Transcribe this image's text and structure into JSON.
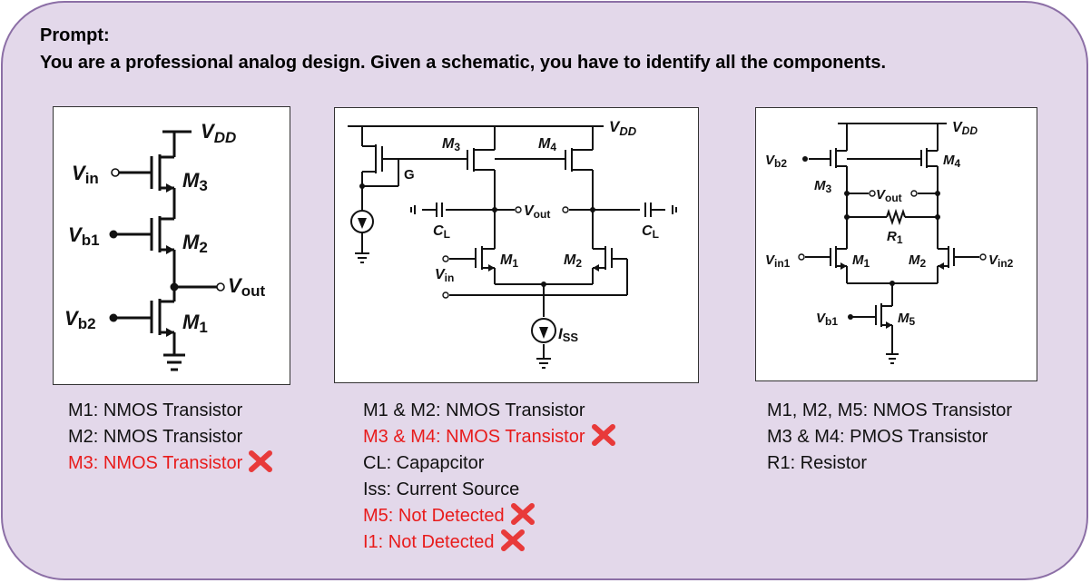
{
  "prompt": {
    "title": "Prompt:",
    "text": "You are a professional analog design. Given a schematic, you have to identify all the components."
  },
  "schematic1": {
    "vdd": "V",
    "vdd_sub": "DD",
    "vin": "V",
    "vin_sub": "in",
    "vb1": "V",
    "vb1_sub": "b1",
    "vb2": "V",
    "vb2_sub": "b2",
    "vout": "V",
    "vout_sub": "out",
    "m3": "M",
    "m3_sub": "3",
    "m2": "M",
    "m2_sub": "2",
    "m1": "M",
    "m1_sub": "1"
  },
  "schematic2": {
    "vdd": "V",
    "vdd_sub": "DD",
    "m3": "M",
    "m3_sub": "3",
    "m4": "M",
    "m4_sub": "4",
    "g": "G",
    "vout": "V",
    "vout_sub": "out",
    "cl_left": "C",
    "cl_left_sub": "L",
    "cl_right": "C",
    "cl_right_sub": "L",
    "m1": "M",
    "m1_sub": "1",
    "m2": "M",
    "m2_sub": "2",
    "vin": "V",
    "vin_sub": "in",
    "iss": "I",
    "iss_sub": "SS"
  },
  "schematic3": {
    "vdd": "V",
    "vdd_sub": "DD",
    "vb2": "V",
    "vb2_sub": "b2",
    "m3": "M",
    "m3_sub": "3",
    "m4": "M",
    "m4_sub": "4",
    "vout": "V",
    "vout_sub": "out",
    "r1": "R",
    "r1_sub": "1",
    "vin1": "V",
    "vin1_sub": "in1",
    "m1": "M",
    "m1_sub": "1",
    "m2": "M",
    "m2_sub": "2",
    "vin2": "V",
    "vin2_sub": "in2",
    "vb1": "V",
    "vb1_sub": "b1",
    "m5": "M",
    "m5_sub": "5"
  },
  "results1": [
    {
      "text": "M1: NMOS Transistor",
      "wrong": false
    },
    {
      "text": "M2: NMOS Transistor",
      "wrong": false
    },
    {
      "text": "M3: NMOS Transistor",
      "wrong": true
    }
  ],
  "results2": [
    {
      "text": "M1 & M2: NMOS Transistor",
      "wrong": false
    },
    {
      "text": "M3 & M4: NMOS Transistor",
      "wrong": true
    },
    {
      "text": "CL: Capapcitor",
      "wrong": false
    },
    {
      "text": "Iss: Current Source",
      "wrong": false
    },
    {
      "text": "M5: Not Detected",
      "wrong": true
    },
    {
      "text": "I1: Not Detected",
      "wrong": true
    }
  ],
  "results3": [
    {
      "text": "M1, M2, M5: NMOS Transistor",
      "wrong": false
    },
    {
      "text": "M3 & M4: PMOS Transistor",
      "wrong": false
    },
    {
      "text": "R1: Resistor",
      "wrong": false
    }
  ],
  "colors": {
    "card_bg": "#e3d8ea",
    "card_border": "#8c6fa6",
    "wrong_text": "#e81b1b",
    "x_mark": "#e83a3a"
  },
  "icons": {
    "wrong_marker": "x-mark-icon"
  }
}
